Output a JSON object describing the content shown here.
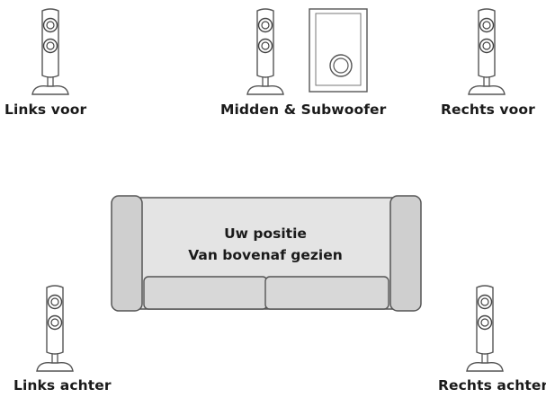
{
  "speakers": {
    "front_left": "Links voor",
    "center_sub": "Midden & Subwoofer",
    "front_right": "Rechts voor",
    "rear_left": "Links achter",
    "rear_right": "Rechts achter"
  },
  "couch": {
    "line1": "Uw positie",
    "line2": "Van bovenaf gezien"
  }
}
